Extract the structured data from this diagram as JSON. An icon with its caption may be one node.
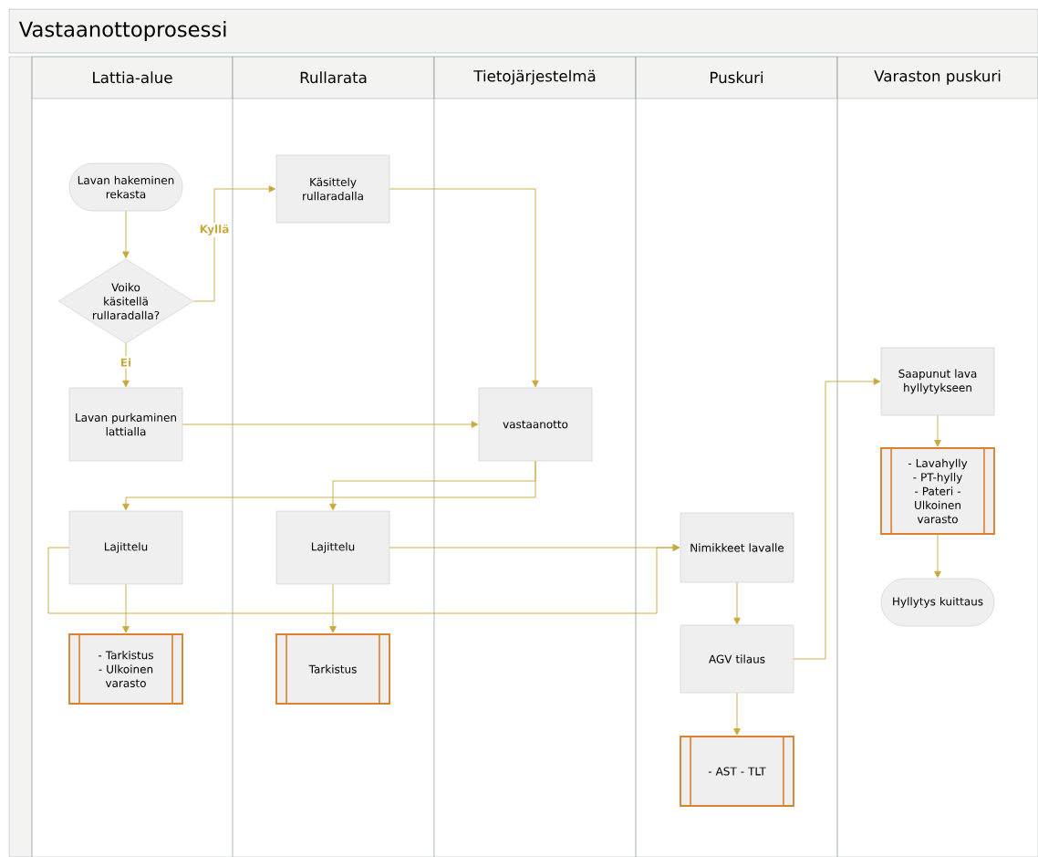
{
  "diagram": {
    "title": "Vastaanottoprosessi",
    "nodes": [
      {
        "text": [
          "Lattia-alue"
        ]
      },
      {
        "text": [
          "Rullarata"
        ]
      },
      {
        "text": [
          "Tietojärjestelmä"
        ]
      },
      {
        "text": [
          "Puskuri"
        ]
      },
      {
        "text": [
          "Varaston puskuri"
        ]
      },
      {
        "text": [
          "Lavan hakeminen rekasta"
        ],
        "in": 0
      },
      {
        "text": [
          "Voiko käsitellä rullaradalla?"
        ],
        "in": 0
      },
      {
        "text": [
          "Käsittely rullaradalla"
        ],
        "in": 1
      },
      {
        "text": [
          "Lavan purkaminen lattialla"
        ],
        "in": 0
      },
      {
        "text": [
          "vastaanotto"
        ],
        "in": 2
      },
      {
        "text": [
          "Lajittelu"
        ],
        "in": 0
      },
      {
        "text": [
          "Lajittelu"
        ],
        "in": 1
      },
      {
        "text": [
          "Nimikkeet lavalle"
        ],
        "in": 3
      },
      {
        "text": [
          "- Tarkistus - Ulkoinen varasto"
        ],
        "in": 0
      },
      {
        "text": [
          "Tarkistus"
        ],
        "in": 1
      },
      {
        "text": [
          "AGV tilaus"
        ],
        "in": 3
      },
      {
        "text": [
          "- AST - TLT"
        ],
        "in": 3
      },
      {
        "text": [
          "Saapunut lava hyllytykseen"
        ],
        "in": 4
      },
      {
        "text": [
          "- Lavahylly - PT-hylly - Pateri - Ulkoinen varasto"
        ],
        "in": 4
      },
      {
        "text": [
          "Hyllytys kuittaus"
        ],
        "in": 4
      }
    ],
    "edges": [
      {
        "from": 5,
        "to": 6,
        "arrow": "to"
      },
      {
        "from": 6,
        "to": 7,
        "arrow": "to",
        "label": "Kyllä"
      },
      {
        "from": 6,
        "to": 8,
        "arrow": "to",
        "label": "Ei"
      },
      {
        "from": 7,
        "to": 9,
        "arrow": "to"
      },
      {
        "from": 8,
        "to": 9,
        "arrow": "to"
      },
      {
        "from": 9,
        "to": 10,
        "arrow": "to"
      },
      {
        "from": 9,
        "to": 11,
        "arrow": "to"
      },
      {
        "from": 10,
        "to": 12,
        "arrow": "to"
      },
      {
        "from": 11,
        "to": 12,
        "arrow": "to"
      },
      {
        "from": 10,
        "to": 13,
        "arrow": "to"
      },
      {
        "from": 11,
        "to": 14,
        "arrow": "to"
      },
      {
        "from": 12,
        "to": 15,
        "arrow": "to"
      },
      {
        "from": 15,
        "to": 16,
        "arrow": "to"
      },
      {
        "from": 15,
        "to": 17,
        "arrow": "to"
      },
      {
        "from": 17,
        "to": 18,
        "arrow": "to"
      },
      {
        "from": 18,
        "to": 19,
        "arrow": "to"
      }
    ]
  }
}
